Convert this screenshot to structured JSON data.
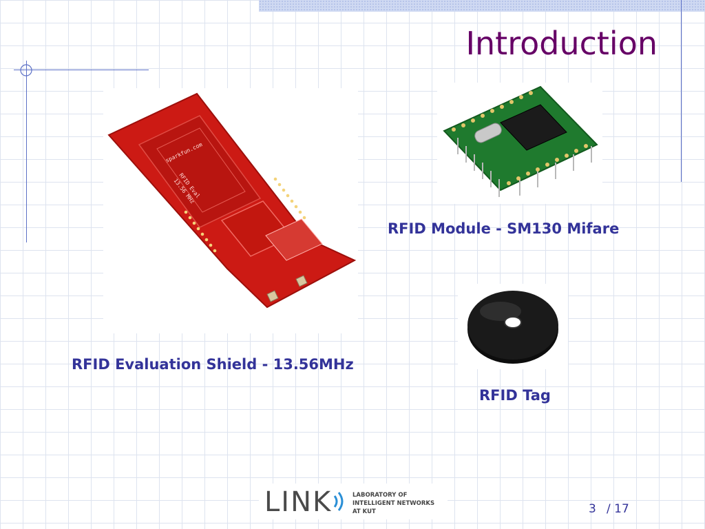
{
  "slide": {
    "title": "Introduction",
    "captions": {
      "shield": "RFID Evaluation Shield - 13.56MHz",
      "module": "RFID Module - SM130 Mifare",
      "tag": "RFID Tag"
    },
    "images": {
      "shield_silkscreen": [
        "sparkfun.com",
        "RFID Eval",
        "13.56 MHz"
      ]
    },
    "footer": {
      "logo": {
        "word": "LINK",
        "lines": [
          "LABORATORY OF",
          "INTELLIGENT NETWORKS",
          "AT KUT"
        ]
      },
      "page": {
        "current": "3",
        "total": "/ 17"
      }
    }
  },
  "colors": {
    "title": "#660066",
    "caption": "#333399",
    "frame": "#5b6fc6",
    "grid": "#dde3ef",
    "band": "#cfd9f2",
    "pcb_red": "#cc1a14",
    "pcb_green": "#1f7a2e",
    "tag_black": "#1a1a1a"
  }
}
